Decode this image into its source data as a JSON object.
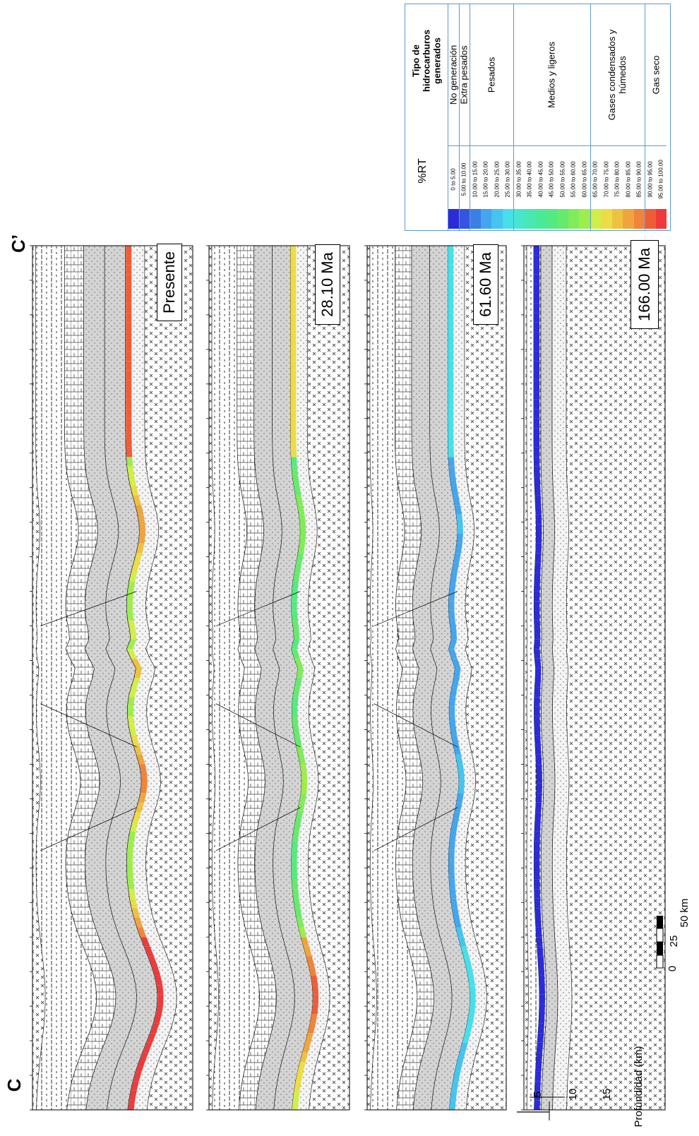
{
  "labels": {
    "left_label": "C",
    "right_label": "C’",
    "depth_axis_title": "Profundidad (km)",
    "depth_ticks": [
      "5",
      "10",
      "15"
    ],
    "scale_ticks": [
      "0",
      "25",
      "50 km"
    ]
  },
  "panels": [
    {
      "age": "Presente"
    },
    {
      "age": "28.10 Ma"
    },
    {
      "age": "61.60 Ma"
    },
    {
      "age": "166.00 Ma"
    }
  ],
  "legend": {
    "title_rt": "%RT",
    "title_type": "Tipo de hidrocarburos generados",
    "classes": [
      {
        "range": "0 to 5.00",
        "color": "#2b2bd9"
      },
      {
        "range": "5.00 to 10.00",
        "color": "#3355e0"
      },
      {
        "range": "10.00 to 15.00",
        "color": "#3b7fe6"
      },
      {
        "range": "15.00 to 20.00",
        "color": "#43a6ee"
      },
      {
        "range": "20.00 to 25.00",
        "color": "#45c4ef"
      },
      {
        "range": "25.00 to 30.00",
        "color": "#47dfe9"
      },
      {
        "range": "30.00 to 35.00",
        "color": "#48e6cf"
      },
      {
        "range": "35.00 to 40.00",
        "color": "#49e8b3"
      },
      {
        "range": "40.00 to 45.00",
        "color": "#4be89a"
      },
      {
        "range": "45.00 to 50.00",
        "color": "#55e982"
      },
      {
        "range": "50.00 to 55.00",
        "color": "#66ea6d"
      },
      {
        "range": "55.00 to 60.00",
        "color": "#80ec5a"
      },
      {
        "range": "60.00 to 65.00",
        "color": "#9ded4c"
      },
      {
        "range": "65.00 to 70.00",
        "color": "#d2ee48"
      },
      {
        "range": "70.00 to 75.00",
        "color": "#ecdd45"
      },
      {
        "range": "75.00 to 80.00",
        "color": "#efc141"
      },
      {
        "range": "80.00 to 85.00",
        "color": "#f0a43e"
      },
      {
        "range": "85.00 to 90.00",
        "color": "#f0853a"
      },
      {
        "range": "90.00 to 95.00",
        "color": "#ef5d38"
      },
      {
        "range": "95.00 to 100.00",
        "color": "#ee3a3a"
      }
    ],
    "types": [
      {
        "label": "No generación"
      },
      {
        "label": "Extra pesados"
      },
      {
        "label": "Pesados"
      },
      {
        "label": "Medios y ligeros"
      },
      {
        "label": "Gases condensados y húmedos"
      },
      {
        "label": "Gas seco"
      }
    ]
  }
}
